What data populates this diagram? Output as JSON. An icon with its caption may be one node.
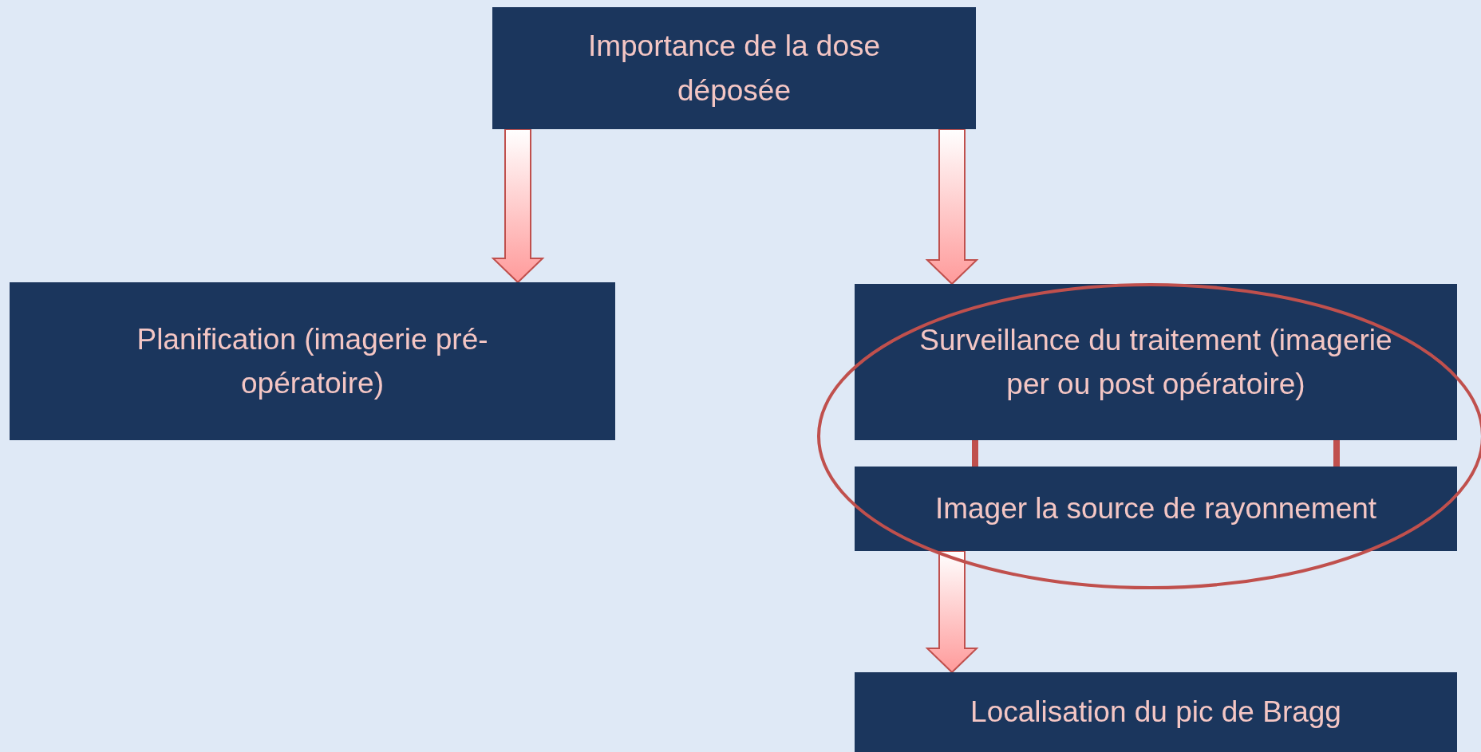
{
  "diagram": {
    "nodes": [
      {
        "text": [
          "Importance de la dose déposée"
        ]
      },
      {
        "text": [
          "Planification (imagerie pré-opératoire)"
        ]
      },
      {
        "text": [
          "Surveillance du traitement (imagerie per ou post opératoire)"
        ]
      },
      {
        "text": [
          "Imager la source de rayonnement"
        ]
      },
      {
        "text": [
          "Localisation du pic de Bragg"
        ]
      }
    ],
    "edges": [
      {
        "from": 0,
        "to": 1,
        "arrow": "to"
      },
      {
        "from": 0,
        "to": 2,
        "arrow": "to"
      },
      {
        "from": 2,
        "to": 3,
        "arrow": "none"
      },
      {
        "from": 2,
        "to": 3,
        "arrow": "none"
      },
      {
        "from": 3,
        "to": 4,
        "arrow": "to"
      }
    ]
  }
}
